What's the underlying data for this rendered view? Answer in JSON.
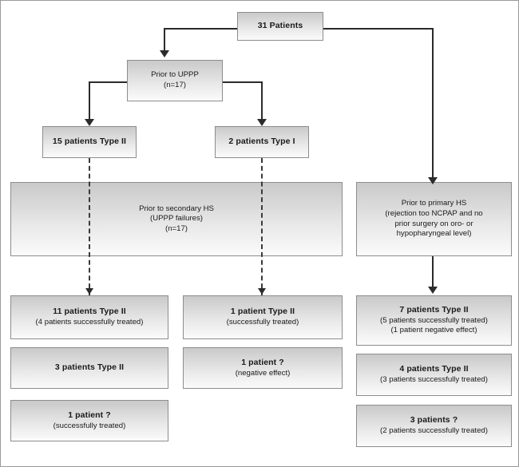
{
  "diagram": {
    "title_box": {
      "label": "31 Patients"
    },
    "nodes": {
      "prior_uppp": {
        "line1": "Prior to UPPP",
        "line2": "(n=17)"
      },
      "type2_15": {
        "line1": "15 patients Type II"
      },
      "type1_2": {
        "line1": "2 patients Type I"
      },
      "secondary_hs": {
        "line1": "Prior to secondary HS",
        "line2": "(UPPP failures)",
        "line3": "(n=17)"
      },
      "primary_hs": {
        "line1": "Prior to primary HS",
        "line2": "(rejection too NCPAP and no",
        "line3": "prior surgery on oro- or",
        "line4": "hypopharyngeal level)"
      },
      "left_1": {
        "line1": "11 patients Type II",
        "line2": "(4 patients successfully treated)"
      },
      "left_2": {
        "line1": "3 patients Type II"
      },
      "left_3": {
        "line1": "1 patient ?",
        "line2": "(successfully treated)"
      },
      "mid_1": {
        "line1": "1 patient Type II",
        "line2": "(successfully treated)"
      },
      "mid_2": {
        "line1": "1 patient ?",
        "line2": "(negative effect)"
      },
      "right_1": {
        "line1": "7 patients Type II",
        "line2": "(5 patients successfully treated)",
        "line3": "(1 patient negative effect)"
      },
      "right_2": {
        "line1": "4 patients Type II",
        "line2": "(3 patients successfully treated)"
      },
      "right_3": {
        "line1": "3 patients ?",
        "line2": "(2 patients successfully treated)"
      }
    },
    "colors": {
      "box_border": "#8d8d8d",
      "box_fill_top": "#c9c9c9",
      "box_fill_bottom": "#fbfbfb",
      "connector": "#2b2b2b",
      "frame_border": "#9a9a9a"
    }
  }
}
